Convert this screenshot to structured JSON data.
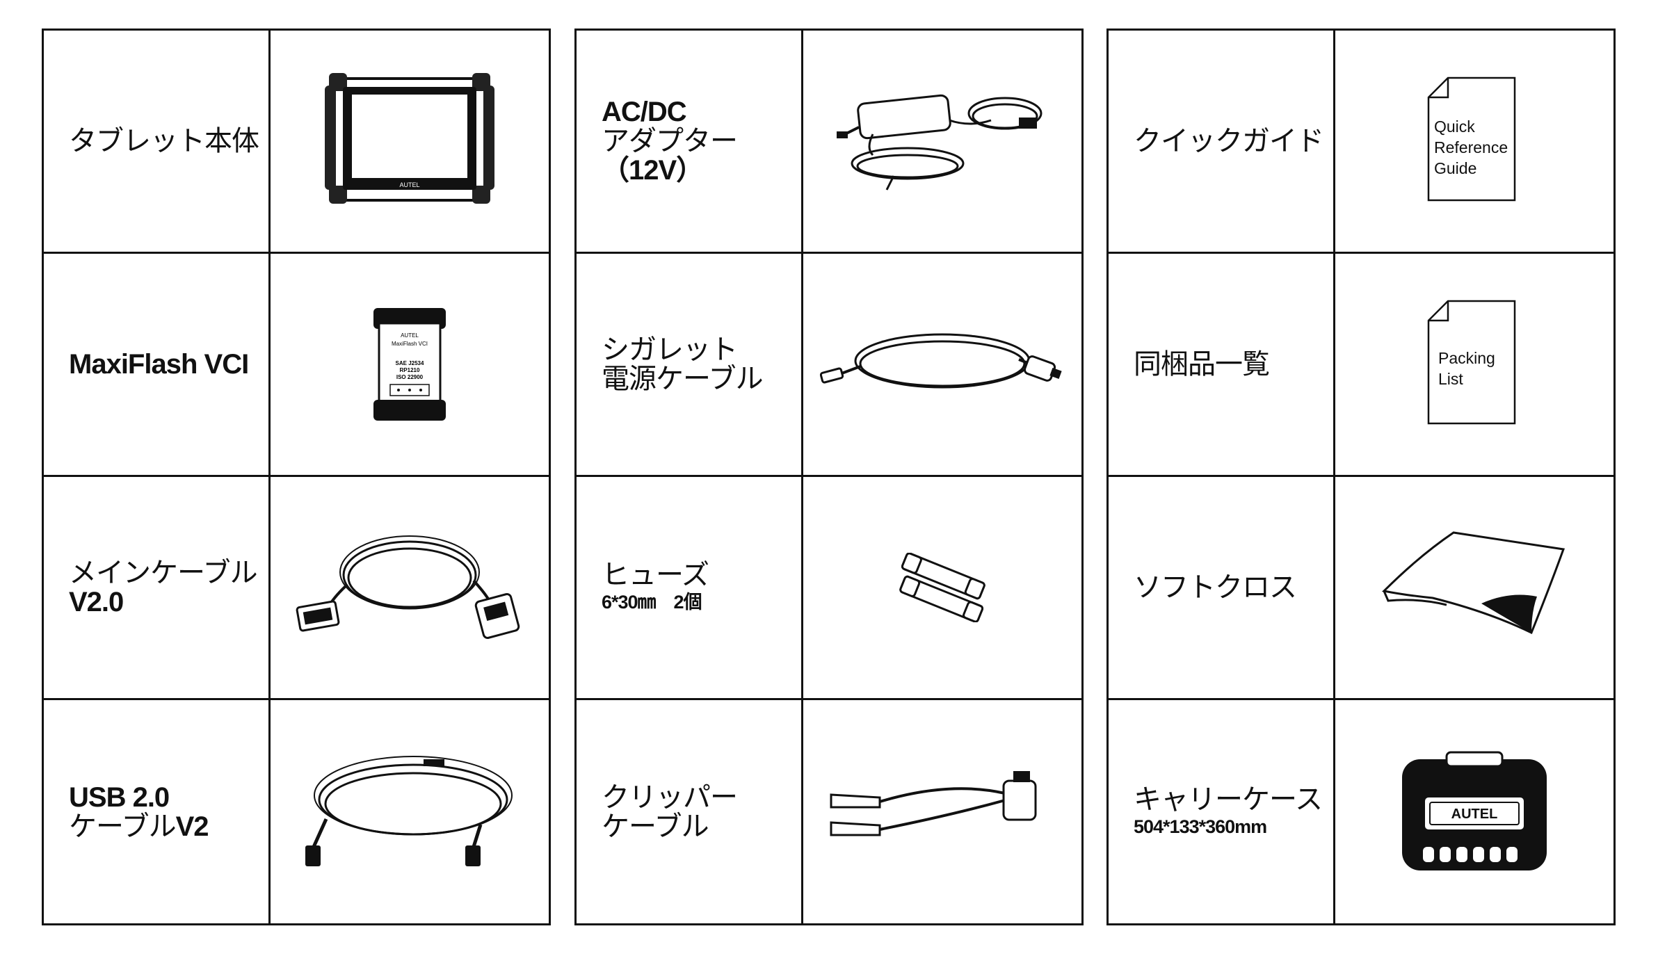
{
  "columns": [
    {
      "items": [
        {
          "lines": [
            {
              "text": "タブレット本体",
              "bold": false
            }
          ],
          "image": "tablet-image"
        },
        {
          "lines": [
            {
              "text": "MaxiFlash VCI",
              "bold": true
            }
          ],
          "image": "vci-image",
          "device_text": {
            "brand": "AUTEL",
            "model": "MaxiFlash VCI",
            "spec1": "SAE J2534",
            "spec2": "RP1210",
            "spec3": "ISO 22900"
          }
        },
        {
          "lines": [
            {
              "text": "メインケーブル",
              "bold": false
            },
            {
              "text": "V2.0",
              "bold": true
            }
          ],
          "image": "main-cable-image"
        },
        {
          "lines": [
            {
              "text": "USB 2.0",
              "bold": true
            },
            {
              "text": "ケーブル",
              "bold": false,
              "suffix": "V2"
            }
          ],
          "image": "usb-cable-image"
        }
      ]
    },
    {
      "items": [
        {
          "lines": [
            {
              "text": "AC/DC",
              "bold": true
            },
            {
              "text": "アダプター",
              "bold": false
            },
            {
              "text": "（12V）",
              "bold": true
            }
          ],
          "image": "ac-adapter-image"
        },
        {
          "lines": [
            {
              "text": "シガレット",
              "bold": false
            },
            {
              "text": "電源ケーブル",
              "bold": false
            }
          ],
          "image": "cigarette-cable-image"
        },
        {
          "lines": [
            {
              "text": "ヒューズ",
              "bold": false
            },
            {
              "text": "6*30㎜　2個",
              "bold": true,
              "small": true
            }
          ],
          "image": "fuse-image"
        },
        {
          "lines": [
            {
              "text": "クリッパー",
              "bold": false
            },
            {
              "text": "ケーブル",
              "bold": false
            }
          ],
          "image": "clipper-cable-image"
        }
      ]
    },
    {
      "items": [
        {
          "lines": [
            {
              "text": "クイックガイド",
              "bold": false
            }
          ],
          "image": "quick-guide-image",
          "doc_text": [
            "Quick",
            "Reference",
            "Guide"
          ]
        },
        {
          "lines": [
            {
              "text": "同梱品一覧",
              "bold": false
            }
          ],
          "image": "packing-list-image",
          "doc_text": [
            "Packing",
            "List"
          ]
        },
        {
          "lines": [
            {
              "text": "ソフトクロス",
              "bold": false
            }
          ],
          "image": "soft-cloth-image"
        },
        {
          "lines": [
            {
              "text": "キャリーケース",
              "bold": false
            },
            {
              "text": "504*133*360mm",
              "bold": true,
              "small": true
            }
          ],
          "image": "carry-case-image",
          "case_brand": "AUTEL"
        }
      ]
    }
  ],
  "tablet_brand": "AUTEL"
}
